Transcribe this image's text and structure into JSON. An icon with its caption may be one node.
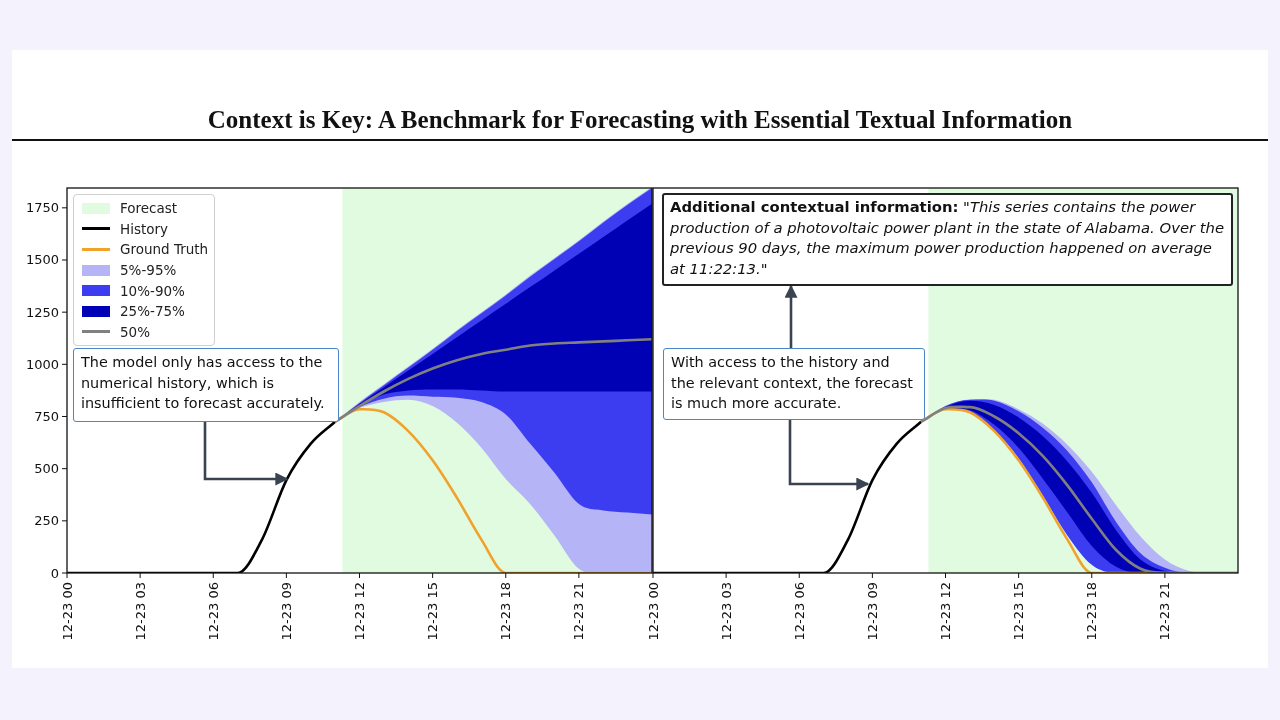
{
  "diagram": {
    "title": "Context is Key: A Benchmark for Forecasting with Essential Textual Information",
    "nodes": [
      {
        "text": [
          "The model only has access to the numerical history, which is insufficient to forecast accurately."
        ]
      },
      {
        "text": [
          "**Additional contextual information:** *\"This series contains the power production of a photovoltaic power plant in the state of Alabama. Over the previous 90 days, the maximum power production happened on average at 11:22:13.\"*"
        ]
      },
      {
        "text": [
          "With access to the history and the relevant context, the forecast is much more accurate."
        ]
      }
    ],
    "edges": [
      {
        "from": 0,
        "to": null,
        "arrow": "to"
      },
      {
        "from": 2,
        "to": 1,
        "arrow": "to"
      },
      {
        "from": 2,
        "to": null,
        "arrow": "to"
      }
    ],
    "labels": [
      "1750",
      "1500",
      "1250",
      "1000",
      "750",
      "500",
      "250",
      "0",
      "12-23 00",
      "12-23 03",
      "12-23 06",
      "12-23 09",
      "12-23 12",
      "12-23 15",
      "12-23 18",
      "12-23 21",
      "12-23 00",
      "12-23 03",
      "12-23 06",
      "12-23 09",
      "12-23 12",
      "12-23 15",
      "12-23 18",
      "12-23 21"
    ],
    "legend": [
      {
        "text": "Forecast",
        "color": "#e0fbe0"
      },
      {
        "text": "History"
      },
      {
        "text": "Ground Truth"
      },
      {
        "text": "5%-95%",
        "color": "#b4b4f6"
      },
      {
        "text": "10%-90%",
        "color": "#3c3cf0"
      },
      {
        "text": "25%-75%",
        "color": "#0000b4"
      },
      {
        "text": "50%"
      }
    ]
  }
}
